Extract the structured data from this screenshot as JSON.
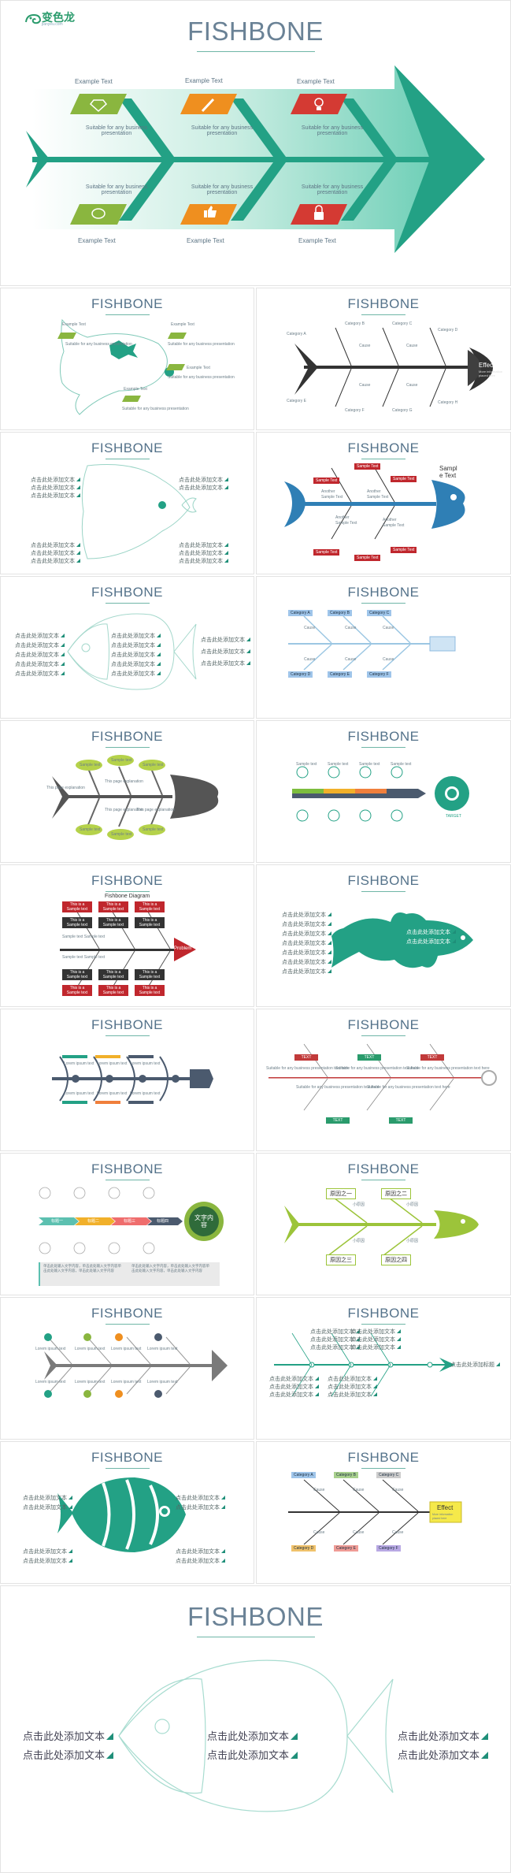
{
  "logo": {
    "text": "变色龙",
    "sub": "jianyeu.com",
    "color": "#2a9b6c"
  },
  "colors": {
    "teal": "#23a185",
    "green": "#8ab63f",
    "orange": "#ef8f1f",
    "red": "#d43a33",
    "dark": "#3f3f3f",
    "navy": "#4b5a6e",
    "blue": "#2f7fb5"
  },
  "hero": {
    "title": "FISHBONE",
    "top_labels": [
      "Example Text",
      "Example Text",
      "Example Text"
    ],
    "bottom_labels": [
      "Example Text",
      "Example Text",
      "Example Text"
    ],
    "desc": [
      "Suitable for any business presentation",
      "Suitable for any business presentation",
      "Suitable for any business presentation",
      "Suitable for any business presentation",
      "Suitable for any business presentation",
      "Suitable for any business presentation"
    ],
    "icons_top": [
      "diamond-icon",
      "pencil-icon",
      "lightbulb-icon"
    ],
    "icons_bottom": [
      "speech-bubble-icon",
      "thumbs-up-icon",
      "padlock-icon"
    ]
  },
  "slide_title": "FISHBONE",
  "s2": {
    "labels": [
      "Example Text",
      "Example Text",
      "Example Text",
      "Example Text"
    ],
    "desc": [
      "Suitable for any business presentation",
      "Suitable for any business presentation",
      "Suitable for any business presentation",
      "Suitable for any business presentation"
    ]
  },
  "s3": {
    "top": [
      "Category B",
      "Category C",
      "Category D"
    ],
    "bottom": [
      "Category E",
      "Category F",
      "Category G",
      "Category H"
    ],
    "left_top": "Category A",
    "cause": "Cause",
    "effect": "Effect",
    "effect_sub": "More information placed here"
  },
  "s4": {
    "text": "点击此处添加文本"
  },
  "s5": {
    "sample": "Sample Text",
    "another": "Another Sample Text",
    "side": "Sampl e Text"
  },
  "s6": {
    "text": "点击此处添加文本"
  },
  "s7": {
    "categories": [
      "Category A",
      "Category B",
      "Category C",
      "Category D",
      "Category E",
      "Category F"
    ],
    "cause": "Cause"
  },
  "s8": {
    "sample": "Sample text",
    "expl": "This page explanation"
  },
  "s9": {
    "label": "Sample text",
    "target": "TARGET"
  },
  "s10": {
    "title": "Fishbone Diagram",
    "box": "This is a Sample text",
    "small": "Sample text Sample text",
    "head": "Problem"
  },
  "s11": {
    "text": "点击此处添加文本"
  },
  "s12": {
    "text": "Lorem ipsum text"
  },
  "s13": {
    "text": "TEXT",
    "desc": "Suitable for any business presentation text here"
  },
  "s14": {
    "labels": [
      "标题一",
      "标题二",
      "标题三",
      "标题四"
    ],
    "circle": "文字内容",
    "desc": "单击此处输入文字内容，单击此处输入文字内容单击此处输入文字内容，单击此处输入文字内容"
  },
  "s15": {
    "boxes": [
      "原因之一",
      "原因之二",
      "原因之三",
      "原因之四"
    ],
    "small": "小原因"
  },
  "s16": {
    "text": "Lorem ipsum text"
  },
  "s17": {
    "text": "点击此处添加文本",
    "end": "点击此处添加标题"
  },
  "s18": {
    "text": "点击此处添加文本"
  },
  "s19": {
    "categories": [
      "Category A",
      "Category B",
      "Category C",
      "Category D",
      "Category E",
      "Category F"
    ],
    "cause": "Cause",
    "effect": "Effect",
    "effect_sub": "More information placed here"
  },
  "s20": {
    "text": "点击此处添加文本"
  }
}
